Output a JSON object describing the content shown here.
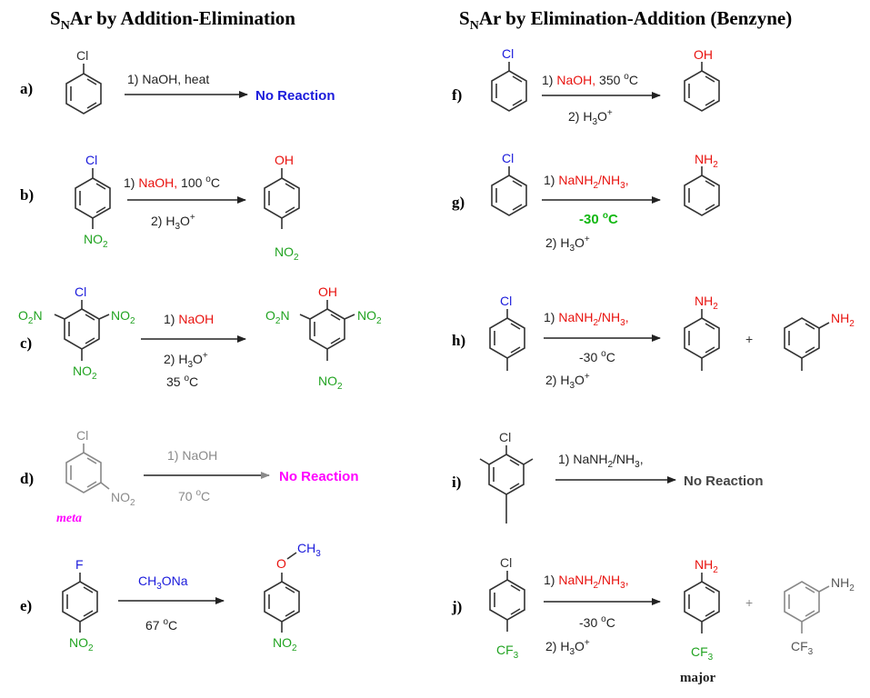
{
  "colors": {
    "red": "#e8120e",
    "blue": "#1a1adb",
    "green": "#21a321",
    "magenta": "#ff00ff",
    "grey": "#8a8a8a",
    "black": "#222222",
    "bright_green": "#14b814"
  },
  "headers": {
    "left": {
      "pre": "S",
      "sub": "N",
      "post": "Ar by Addition-Elimination"
    },
    "right": {
      "pre": "S",
      "sub": "N",
      "post": "Ar by Elimination-Addition (Benzyne)"
    }
  },
  "reactions": {
    "a": {
      "label": "a)",
      "substituent": "Cl",
      "condition": "1) NaOH, heat",
      "result": "No Reaction"
    },
    "b": {
      "label": "b)",
      "top": "Cl",
      "bottom": "NO2",
      "cond1_pre": "1) ",
      "cond1_reagent": "NaOH,",
      "cond1_post": " 100 °C",
      "cond2": "2) H3O+",
      "prod_top": "OH",
      "prod_bottom": "NO2"
    },
    "c": {
      "label": "c)",
      "top": "Cl",
      "left": "O2N",
      "right": "NO2",
      "bottom": "NO2",
      "cond1_pre": "1) ",
      "cond1_reagent": "NaOH",
      "cond2": "2) H3O+",
      "cond3": "35 °C",
      "prod_top": "OH",
      "prod_left": "O2N",
      "prod_right": "NO2",
      "prod_bottom": "NO2"
    },
    "d": {
      "label": "d)",
      "top": "Cl",
      "side": "NO2",
      "tag": "meta",
      "condition": "1) NaOH",
      "temp": "70 °C",
      "result": "No Reaction"
    },
    "e": {
      "label": "e)",
      "top": "F",
      "bottom": "NO2",
      "reagent": "CH3ONa",
      "temp": "67 °C",
      "prod_o": "O",
      "prod_me": "CH3",
      "prod_bottom": "NO2"
    },
    "f": {
      "label": "f)",
      "top": "Cl",
      "cond1_pre": "1) ",
      "cond1_reagent": "NaOH,",
      "cond1_post": " 350 °C",
      "cond2": "2) H3O+",
      "prod_top": "OH"
    },
    "g": {
      "label": "g)",
      "top": "Cl",
      "cond1_pre": "1) ",
      "cond1_reagent": "NaNH2/NH3,",
      "temp": "-30 °C",
      "cond2": "2) H3O+",
      "prod_top": "NH2"
    },
    "h": {
      "label": "h)",
      "top": "Cl",
      "cond1_pre": "1) ",
      "cond1_reagent": "NaNH2/NH3,",
      "temp": "-30 °C",
      "cond2": "2) H3O+",
      "prod1_top": "NH2",
      "plus": "+",
      "prod2_group": "NH2"
    },
    "i": {
      "label": "i)",
      "top": "Cl",
      "condition": "1) NaNH2/NH3,",
      "result": "No Reaction"
    },
    "j": {
      "label": "j)",
      "top": "Cl",
      "bottom": "CF3",
      "cond1_pre": "1) ",
      "cond1_reagent": "NaNH2/NH3,",
      "temp": "-30 °C",
      "cond2": "2) H3O+",
      "prod1_top": "NH2",
      "prod1_bottom": "CF3",
      "prod1_note": "major",
      "plus": "+",
      "prod2_group": "NH2",
      "prod2_bottom": "CF3"
    }
  }
}
